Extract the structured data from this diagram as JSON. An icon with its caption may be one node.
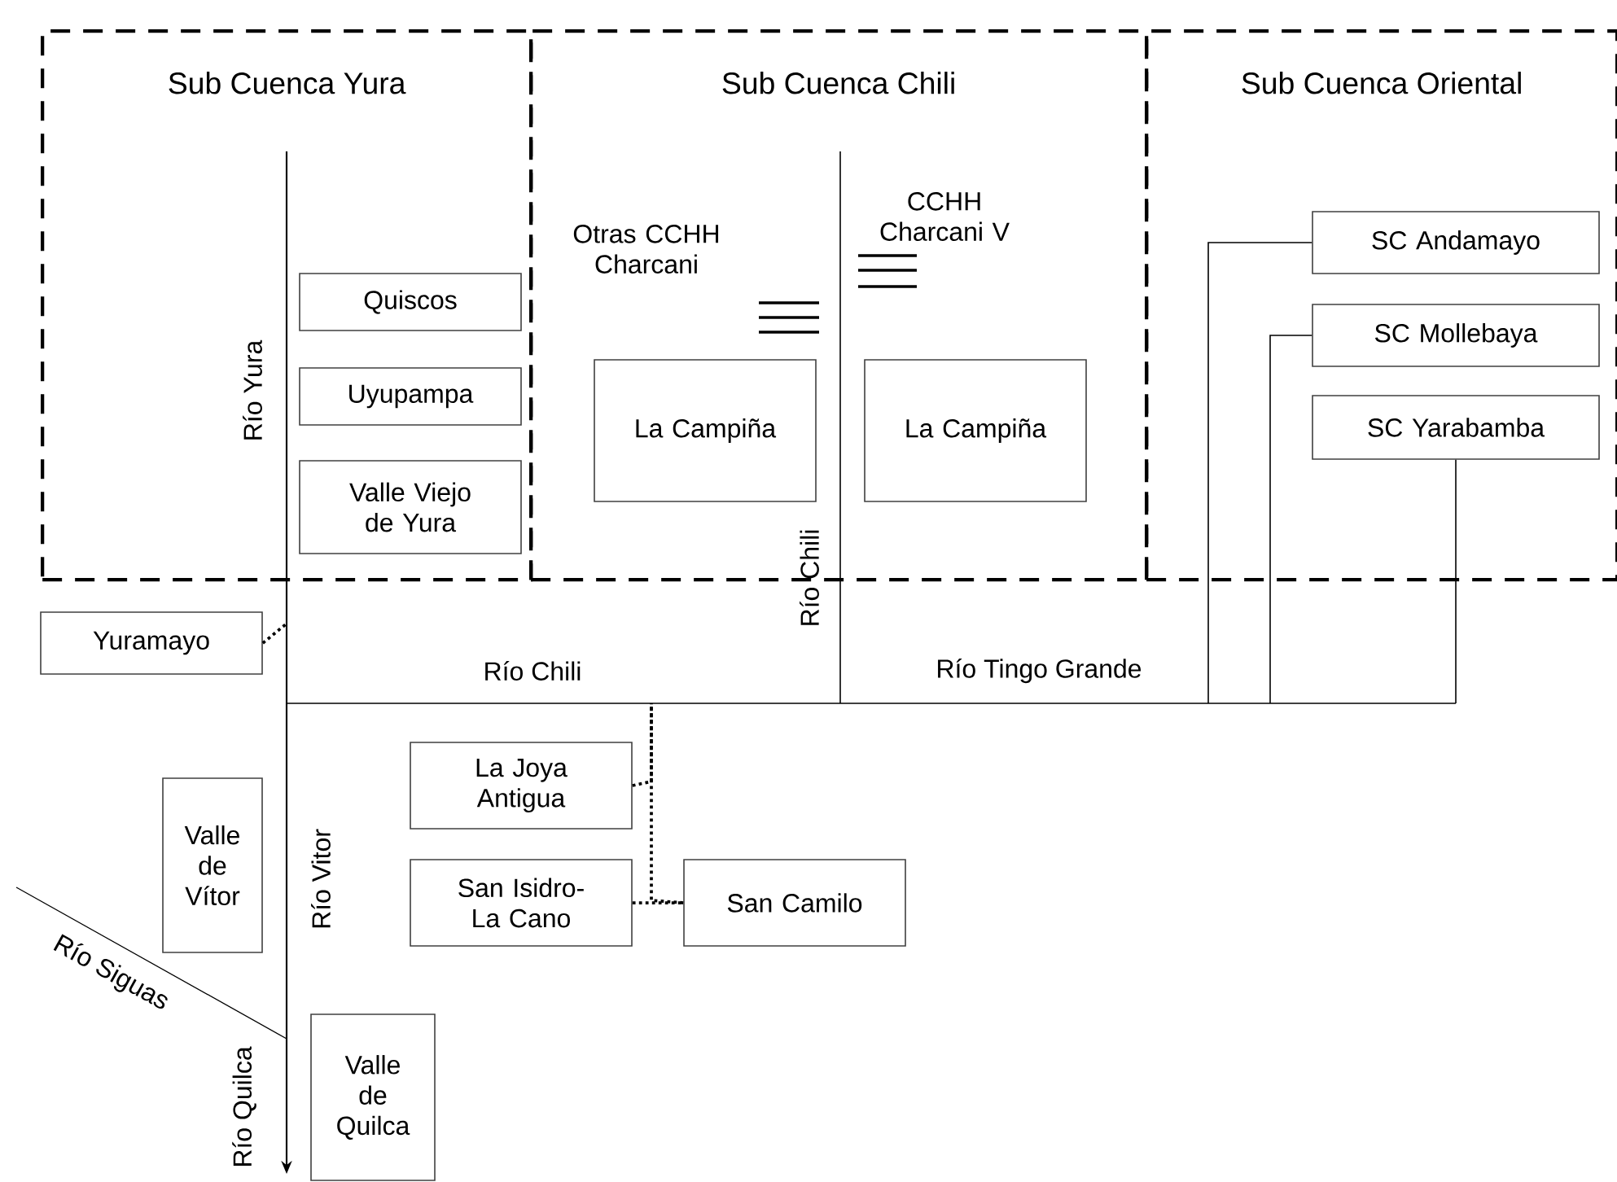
{
  "diagram": {
    "nodes": [
      {
        "text": [
          "Sub Cuenca Yura"
        ]
      },
      {
        "text": [
          "Sub Cuenca Chili"
        ]
      },
      {
        "text": [
          "Sub Cuenca Oriental"
        ]
      },
      {
        "text": [
          "Quiscos"
        ],
        "in": 0
      },
      {
        "text": [
          "Uyupampa"
        ],
        "in": 0
      },
      {
        "text": [
          "Valle Viejo de Yura"
        ],
        "in": 0
      },
      {
        "text": [
          "La Campiña"
        ],
        "in": 1
      },
      {
        "text": [
          "La Campiña"
        ],
        "in": 1
      },
      {
        "text": [
          "SC Andamayo"
        ],
        "in": 2
      },
      {
        "text": [
          "SC Mollebaya"
        ],
        "in": 2
      },
      {
        "text": [
          "SC Yarabamba"
        ],
        "in": 2
      },
      {
        "text": [
          "Yuramayo"
        ]
      },
      {
        "text": [
          "La Joya Antigua"
        ]
      },
      {
        "text": [
          "Valle de Vítor"
        ]
      },
      {
        "text": [
          "San Isidro-La Cano"
        ]
      },
      {
        "text": [
          "San Camilo"
        ]
      },
      {
        "text": [
          "Valle de Quilca"
        ]
      }
    ],
    "edges": [
      {
        "from": 8,
        "to": null,
        "arrow": "none"
      },
      {
        "from": 9,
        "to": null,
        "arrow": "none"
      },
      {
        "from": 10,
        "to": null,
        "arrow": "none"
      },
      {
        "from": 11,
        "to": null,
        "arrow": "none",
        "style": "dashed"
      },
      {
        "from": 12,
        "to": null,
        "arrow": "none",
        "style": "dashed"
      },
      {
        "from": 14,
        "to": 15,
        "arrow": "none",
        "style": "dashed"
      },
      {
        "from": 15,
        "to": null,
        "arrow": "none",
        "style": "dashed"
      }
    ],
    "labels": [
      "Río Yura",
      "Otras CCHH Charcani",
      "CCHH Charcani V",
      "Río Chili",
      "Río Chili",
      "Río Tingo Grande",
      "Río Vitor",
      "Río Siguas",
      "Río Quilca"
    ]
  }
}
